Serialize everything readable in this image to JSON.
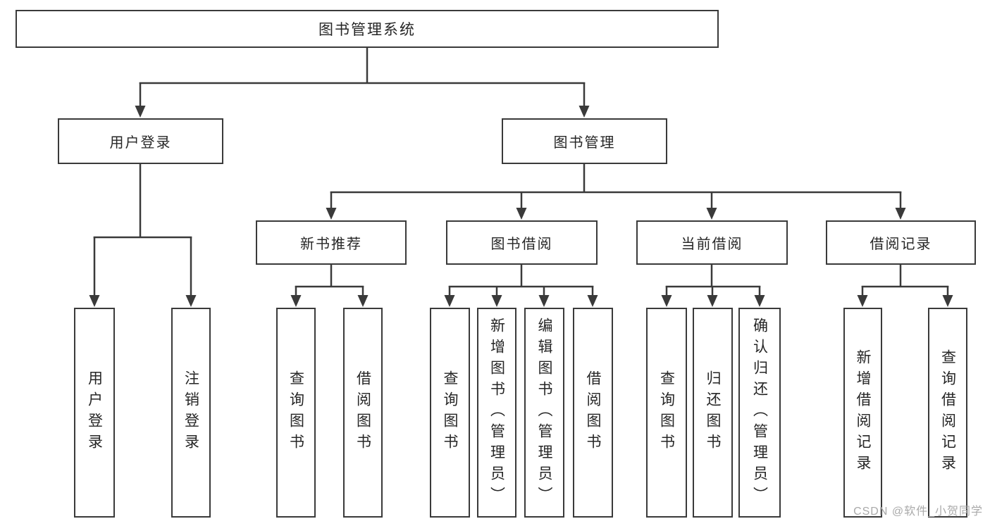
{
  "diagram_title": "图书管理系统",
  "tree": {
    "label": "图书管理系统",
    "children": [
      {
        "label": "用户登录",
        "children": [
          {
            "label": "用户登录"
          },
          {
            "label": "注销登录"
          }
        ]
      },
      {
        "label": "图书管理",
        "children": [
          {
            "label": "新书推荐",
            "children": [
              {
                "label": "查询图书"
              },
              {
                "label": "借阅图书"
              }
            ]
          },
          {
            "label": "图书借阅",
            "children": [
              {
                "label": "查询图书"
              },
              {
                "label": "新增图书（管理员）"
              },
              {
                "label": "编辑图书（管理员）"
              },
              {
                "label": "借阅图书"
              }
            ]
          },
          {
            "label": "当前借阅",
            "children": [
              {
                "label": "查询图书"
              },
              {
                "label": "归还图书"
              },
              {
                "label": "确认归还（管理员）"
              }
            ]
          },
          {
            "label": "借阅记录",
            "children": [
              {
                "label": "新增借阅记录"
              },
              {
                "label": "查询借阅记录"
              }
            ]
          }
        ]
      }
    ]
  },
  "watermark": "CSDN @软件_小贺同学",
  "colors": {
    "line": "#3a3a3a",
    "text": "#262626",
    "background": "#ffffff",
    "watermark": "#aaaaaa"
  }
}
